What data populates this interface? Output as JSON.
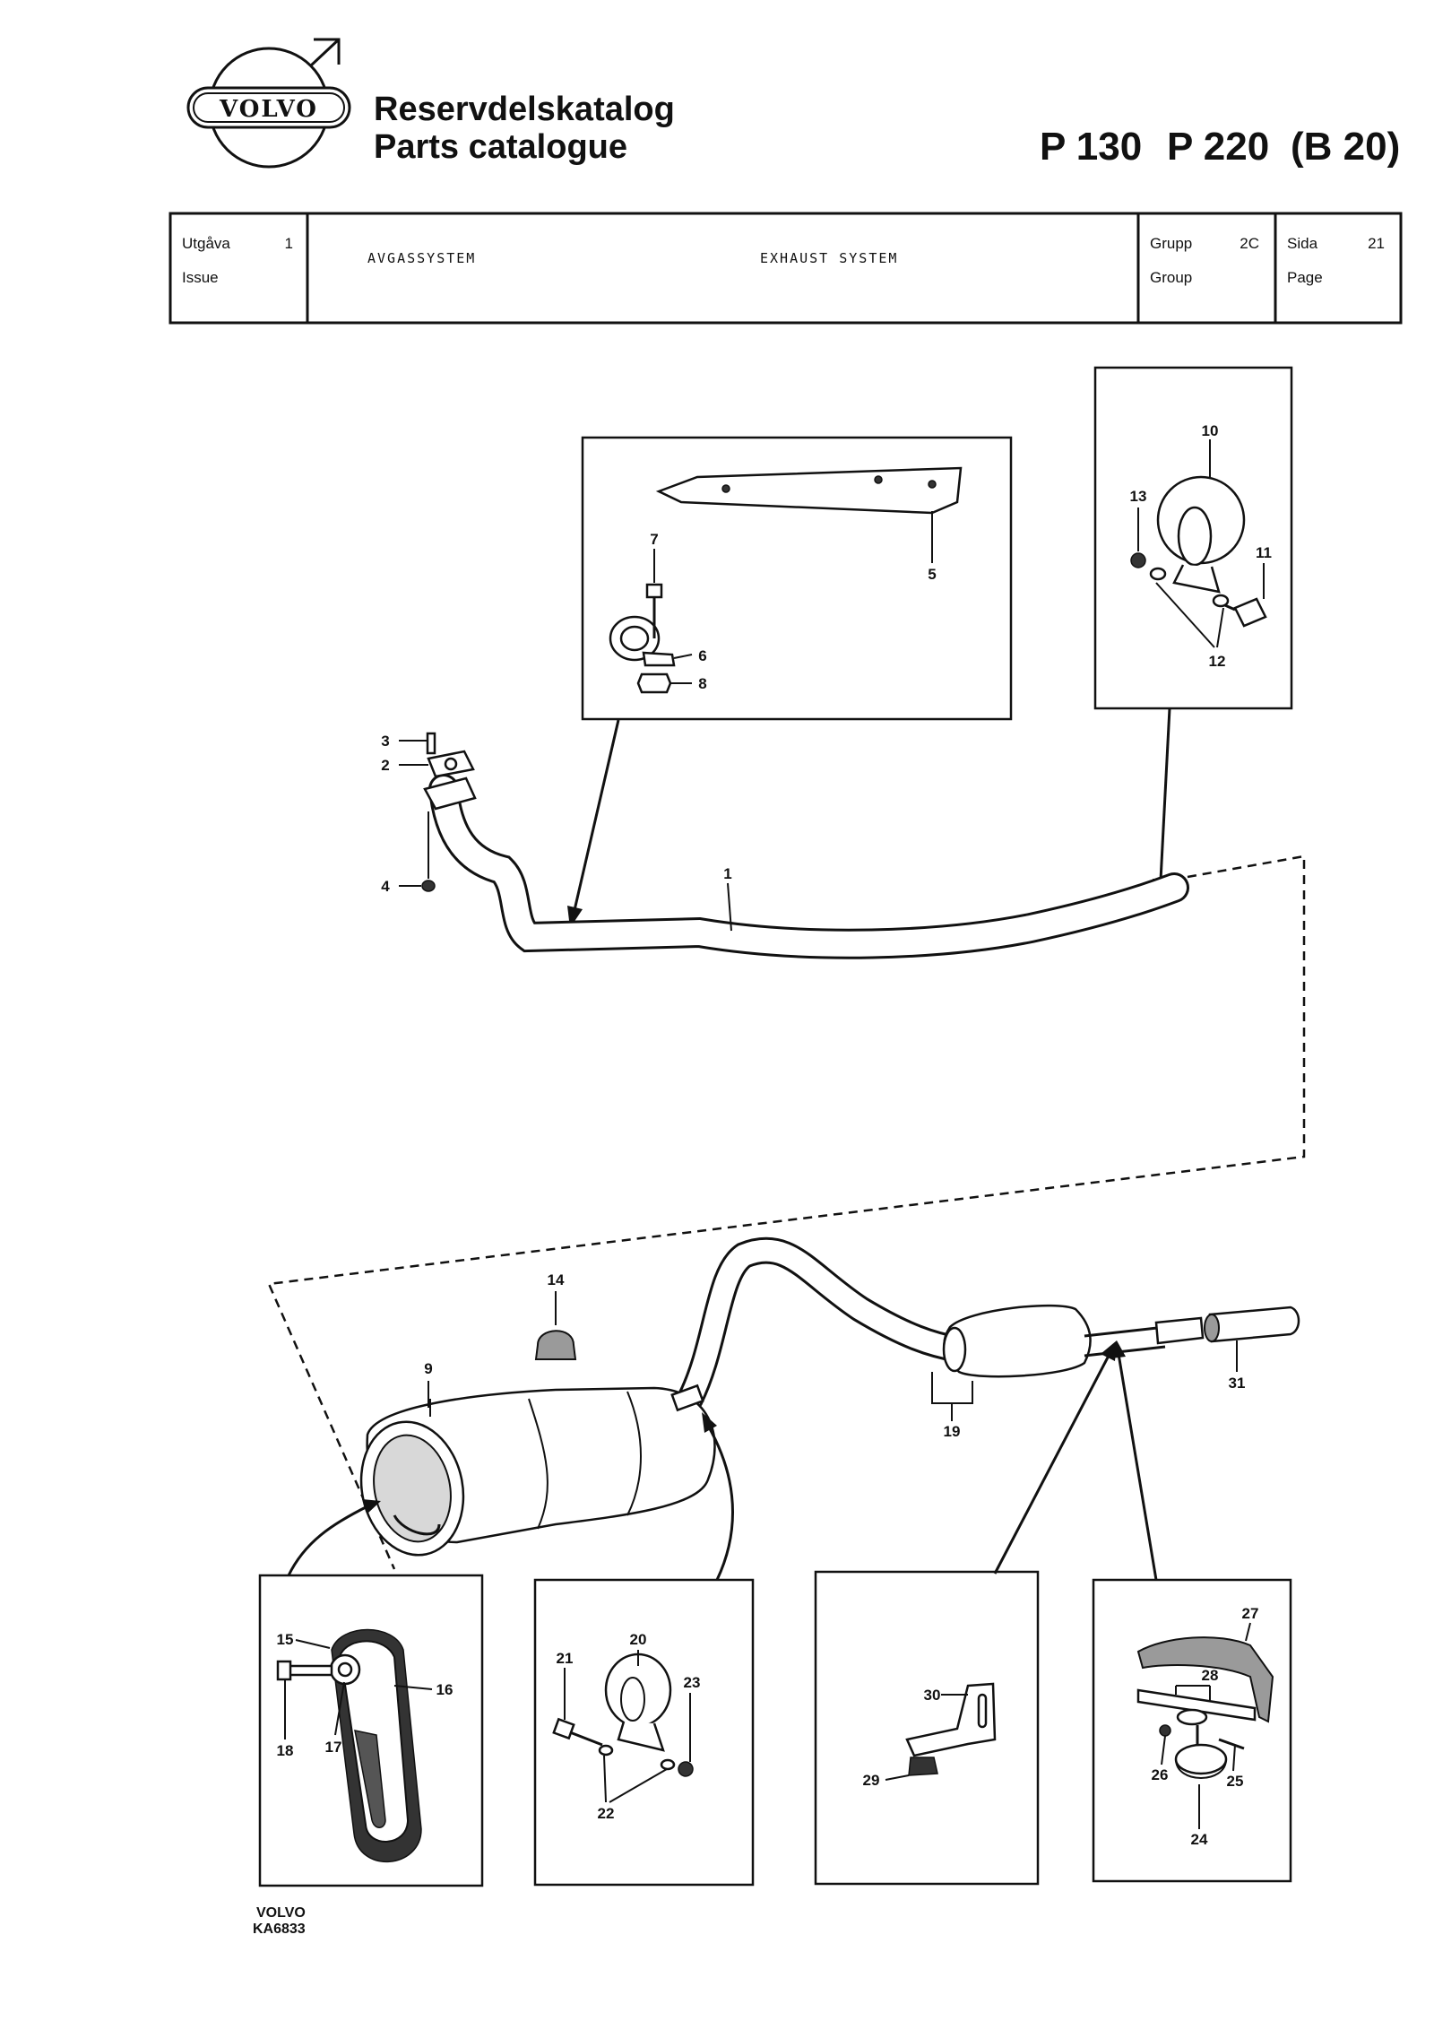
{
  "header": {
    "brand": "VOLVO",
    "title_sv": "Reservdelskatalog",
    "title_en": "Parts catalogue",
    "model_1": "P 130",
    "model_2": "P 220",
    "engine": "(B 20)"
  },
  "info_box": {
    "issue_label_sv": "Utgåva",
    "issue_label_en": "Issue",
    "issue_value": "1",
    "section_sv": "AVGASSYSTEM",
    "section_en": "EXHAUST SYSTEM",
    "group_label_sv": "Grupp",
    "group_label_en": "Group",
    "group_value": "2C",
    "page_label_sv": "Sida",
    "page_label_en": "Page",
    "page_value": "21"
  },
  "diagram": {
    "part_numbers": {
      "p1": "1",
      "p2": "2",
      "p3": "3",
      "p4": "4",
      "p5": "5",
      "p6": "6",
      "p7": "7",
      "p8": "8",
      "p9": "9",
      "p10": "10",
      "p11": "11",
      "p12": "12",
      "p13": "13",
      "p14": "14",
      "p15": "15",
      "p16": "16",
      "p17": "17",
      "p18": "18",
      "p19": "19",
      "p20": "20",
      "p21": "21",
      "p22": "22",
      "p23": "23",
      "p24": "24",
      "p25": "25",
      "p26": "26",
      "p27": "27",
      "p28": "28",
      "p29": "29",
      "p30": "30",
      "p31": "31"
    }
  },
  "footer": {
    "brand": "VOLVO",
    "drawing_code": "KA6833"
  }
}
